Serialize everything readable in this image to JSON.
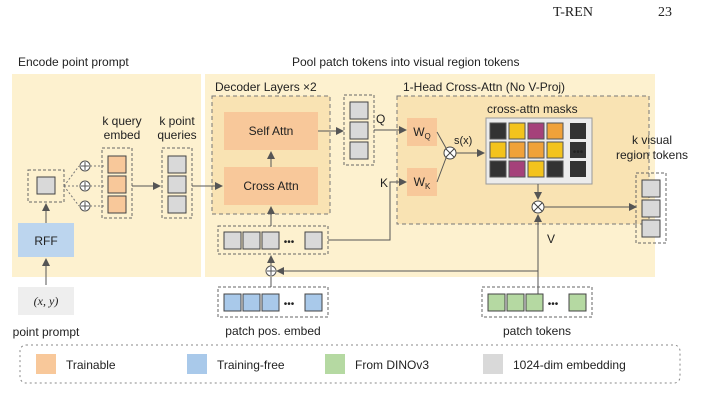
{
  "header": {
    "title": "T-REN",
    "page_number": "23"
  },
  "sections": {
    "encode_title": "Encode point prompt",
    "pool_title": "Pool patch tokens into visual region tokens"
  },
  "blocks": {
    "rff": "RFF",
    "point_prompt_value": "(x, y)",
    "point_prompt_label": "point prompt",
    "k_query_embed": [
      "k query",
      "embed"
    ],
    "k_point_queries": [
      "k point",
      "queries"
    ],
    "decoder_layers": "Decoder Layers ×2",
    "self_attn": "Self Attn",
    "cross_attn": "Cross Attn",
    "cross_attn_head": "1-Head Cross-Attn (No V-Proj)",
    "wq": "W",
    "wq_sub": "Q",
    "wk": "W",
    "wk_sub": "K",
    "sx": "s(x)",
    "cross_attn_masks": "cross-attn masks",
    "label_q": "Q",
    "label_k": "K",
    "label_v": "V",
    "k_visual_region_tokens": [
      "k visual",
      "region tokens"
    ],
    "patch_pos_embed": "patch pos. embed",
    "patch_tokens": "patch tokens",
    "ellipsis": "•••"
  },
  "legend": [
    {
      "label": "Trainable",
      "color": "#f8c89a"
    },
    {
      "label": "Training-free",
      "color": "#a9c9ea"
    },
    {
      "label": "From DINOv3",
      "color": "#b5d9a2"
    },
    {
      "label": "1024-dim embedding",
      "color": "#d9d9d9"
    }
  ],
  "colors": {
    "panel": "#fdf1cf",
    "inner_panel": "#f9e3b3",
    "trainable": "#f8c89a",
    "training_free": "#a9c9ea",
    "dino": "#b5d9a2",
    "embedding": "#d9d9d9",
    "mask_orange": "#f0a23a",
    "mask_yellow": "#f3c31d",
    "mask_purple": "#a5417a",
    "mask_dark": "#333333"
  },
  "mask_grid": [
    [
      "mask_dark",
      "mask_yellow",
      "mask_purple",
      "mask_orange"
    ],
    [
      "mask_yellow",
      "mask_orange",
      "mask_orange",
      "mask_yellow"
    ],
    [
      "mask_dark",
      "mask_purple",
      "mask_yellow",
      "mask_dark"
    ]
  ]
}
